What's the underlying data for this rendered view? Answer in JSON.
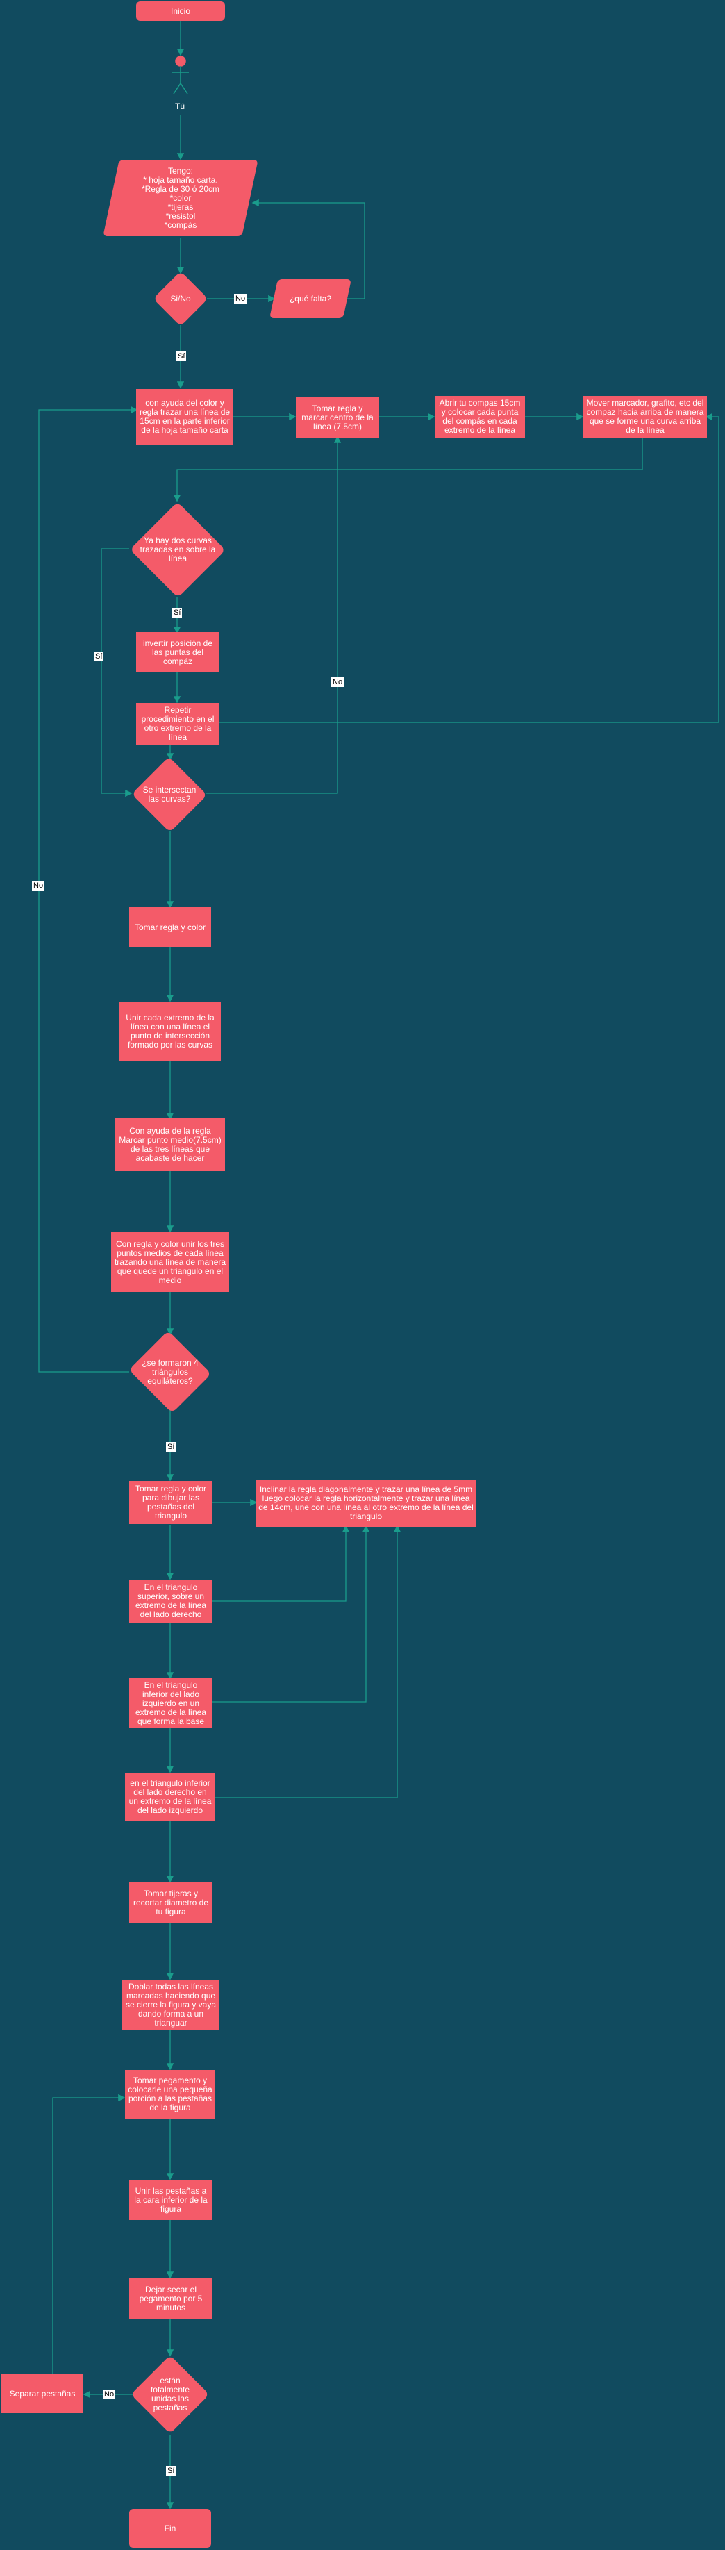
{
  "nodes": {
    "inicio": "Inicio",
    "actor": "Tú",
    "materiales": "Tengo:\n* hoja tamaño carta.\n*Regla de 30 ó 20cm\n*color\n*tijeras\n*resistol\n*compás",
    "si_no_1": "Si/No",
    "que_falta": "¿qué falta?",
    "regla_linea": "con ayuda del color y regla trazar una línea de 15cm en la parte inferior de la hoja tamaño carta",
    "marcar_centro": "Tomar regla y marcar centro de la línea (7.5cm)",
    "abrir_compas": "Abrir tu compas 15cm y colocar cada punta del compás en cada extremo de la línea",
    "mover_marcador": "Mover marcador, grafito, etc del compaz hacia arriba de manera que se forme una curva arriba de la línea",
    "dos_curvas": "Ya hay dos curvas trazadas en sobre la línea",
    "invertir": "invertir posición de las puntas del compáz",
    "repetir": "Repetir procedimiento en el otro extremo de la línea",
    "intersectan": "Se intersectan las curvas?",
    "tomar_regla_color": "Tomar regla y color",
    "unir_extremo": "Unir cada extremo de la línea con una línea el punto de intersección formado por las curvas",
    "marcar_punto_medio": "Con ayuda de la regla Marcar punto medio(7.5cm) de las tres líneas que acabaste de hacer",
    "unir_tres_puntos": "Con regla y color unir los tres puntos medios de cada línea trazando una línea de manera que quede un triangulo en el medio",
    "cuatro_triangulos": "¿se formaron 4 triángulos equiláteros?",
    "pestanas": "Tomar regla y color para dibujar las pestañas del triangulo",
    "inclinar": "Inclinar la regla diagonalmente y trazar una línea de 5mm luego colocar la regla horizontalmente y trazar una línea de 14cm, une con una línea al otro extremo de la línea del triangulo",
    "triangulo_superior": "En el triangulo superior, sobre un extremo de la línea del lado derecho",
    "triangulo_inferior_izq": "En el triangulo inferior del lado izquierdo en un extremo de la línea que forma la base",
    "triangulo_inferior_der": "en el triangulo inferior del lado derecho en un extremo de la línea del lado izquierdo",
    "tijeras": "Tomar tijeras y recortar diametro de tu figura",
    "doblar": "Doblar todas las líneas marcadas haciendo que se cierre la figura y vaya dando forma a un trianguar",
    "pegamento": "Tomar pegamento y colocarle una pequeña porción a las pestañas de la figura",
    "unir_pestanas": "Unir las pestañas a la cara inferior de la figura",
    "dejar_secar": "Dejar secar el pegamento por 5 minutos",
    "estan_unidas": "están totalmente unidas las pestañas",
    "separar": "Separar pestañas",
    "fin": "Fin"
  },
  "edge_labels": {
    "no_falta": "No",
    "si_1": "Sí",
    "si_curvas": "Sí",
    "no_intersect": "No",
    "no_triangulos": "No",
    "si_triangulos": "Sí",
    "no_unidas": "No",
    "si_unidas": "Sí"
  },
  "colors": {
    "background": "#114b5f",
    "node": "#f45b69",
    "edge": "#1a9c8c",
    "text": "#ffffff"
  }
}
